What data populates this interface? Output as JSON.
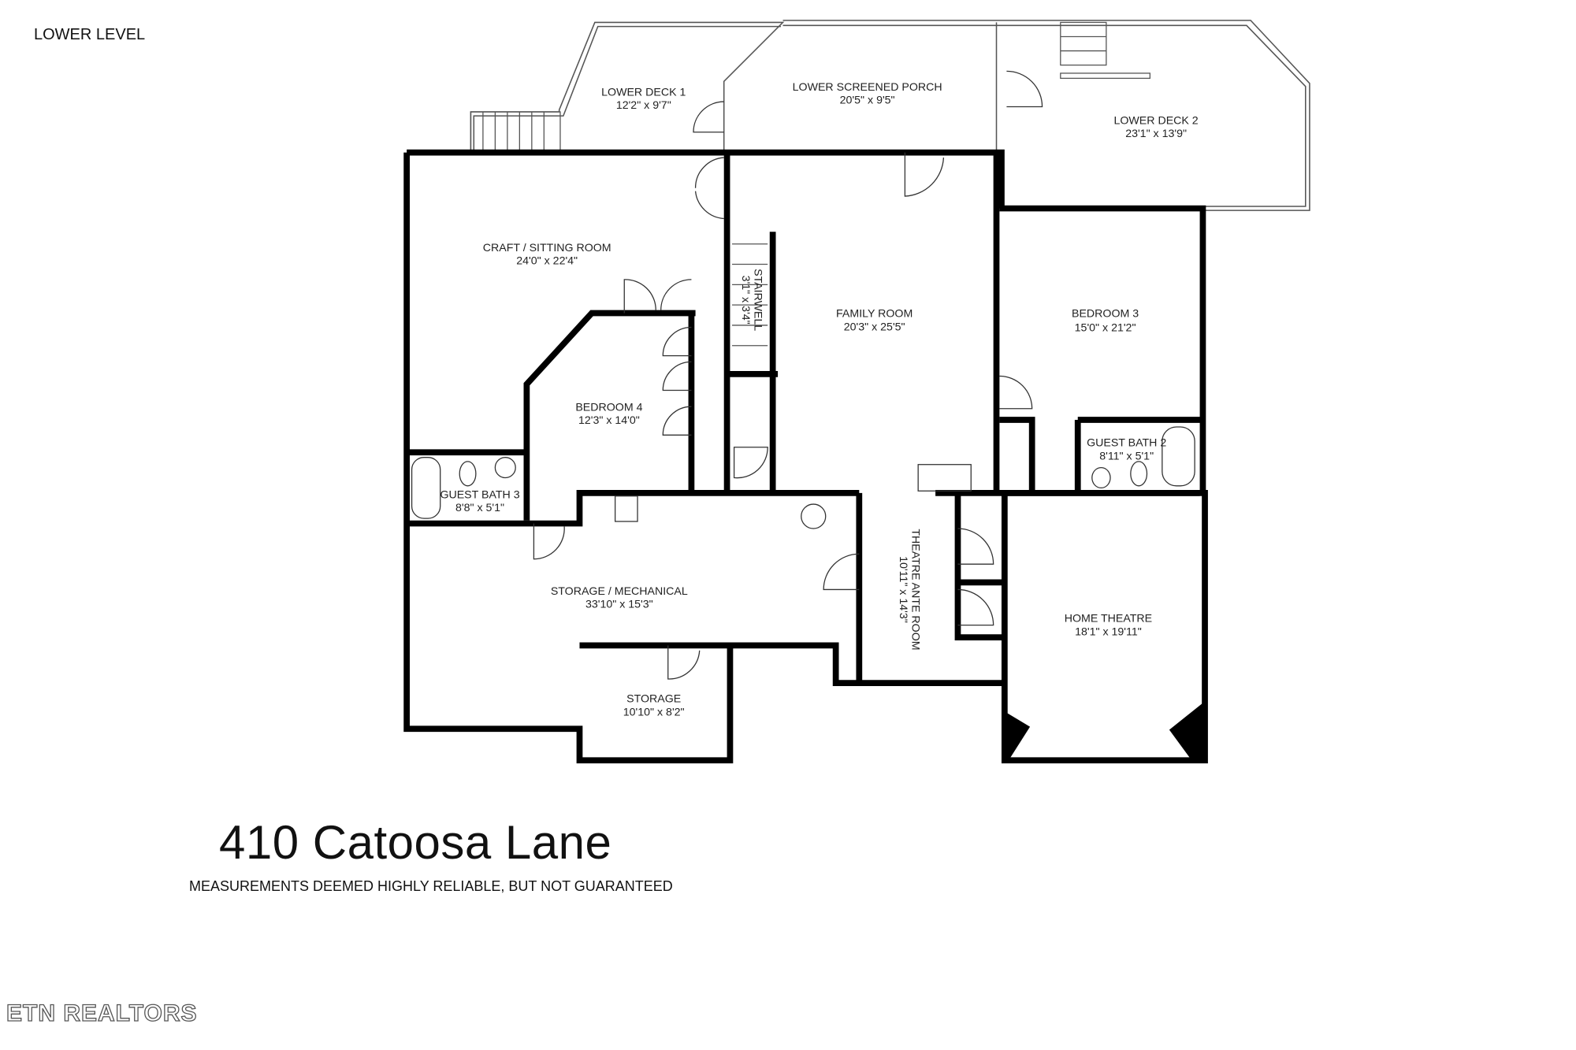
{
  "level_label": "LOWER LEVEL",
  "address": "410 Catoosa Lane",
  "disclaimer": "MEASUREMENTS DEEMED HIGHLY RELIABLE, BUT NOT GUARANTEED",
  "brand": "ETN REALTORS",
  "rooms": [
    {
      "name": "LOWER DECK 1",
      "size": "12'2\" x 9'7\""
    },
    {
      "name": "LOWER SCREENED PORCH",
      "size": "20'5\" x 9'5\""
    },
    {
      "name": "LOWER DECK 2",
      "size": "23'1\" x 13'9\""
    },
    {
      "name": "CRAFT / SITTING ROOM",
      "size": "24'0\" x 22'4\""
    },
    {
      "name": "STAIRWELL",
      "size": "3'1\" x 3'4\""
    },
    {
      "name": "FAMILY ROOM",
      "size": "20'3\" x 25'5\""
    },
    {
      "name": "BEDROOM 3",
      "size": "15'0\" x 21'2\""
    },
    {
      "name": "BEDROOM 4",
      "size": "12'3\" x 14'0\""
    },
    {
      "name": "GUEST BATH 3",
      "size": "8'8\" x 5'1\""
    },
    {
      "name": "GUEST BATH 2",
      "size": "8'11\" x 5'1\""
    },
    {
      "name": "STORAGE / MECHANICAL",
      "size": "33'10\" x 15'3\""
    },
    {
      "name": "THEATRE ANTE ROOM",
      "size": "10'11\" x 14'3\""
    },
    {
      "name": "HOME THEATRE",
      "size": "18'1\" x 19'11\""
    },
    {
      "name": "STORAGE",
      "size": "10'10\" x 8'2\""
    }
  ]
}
